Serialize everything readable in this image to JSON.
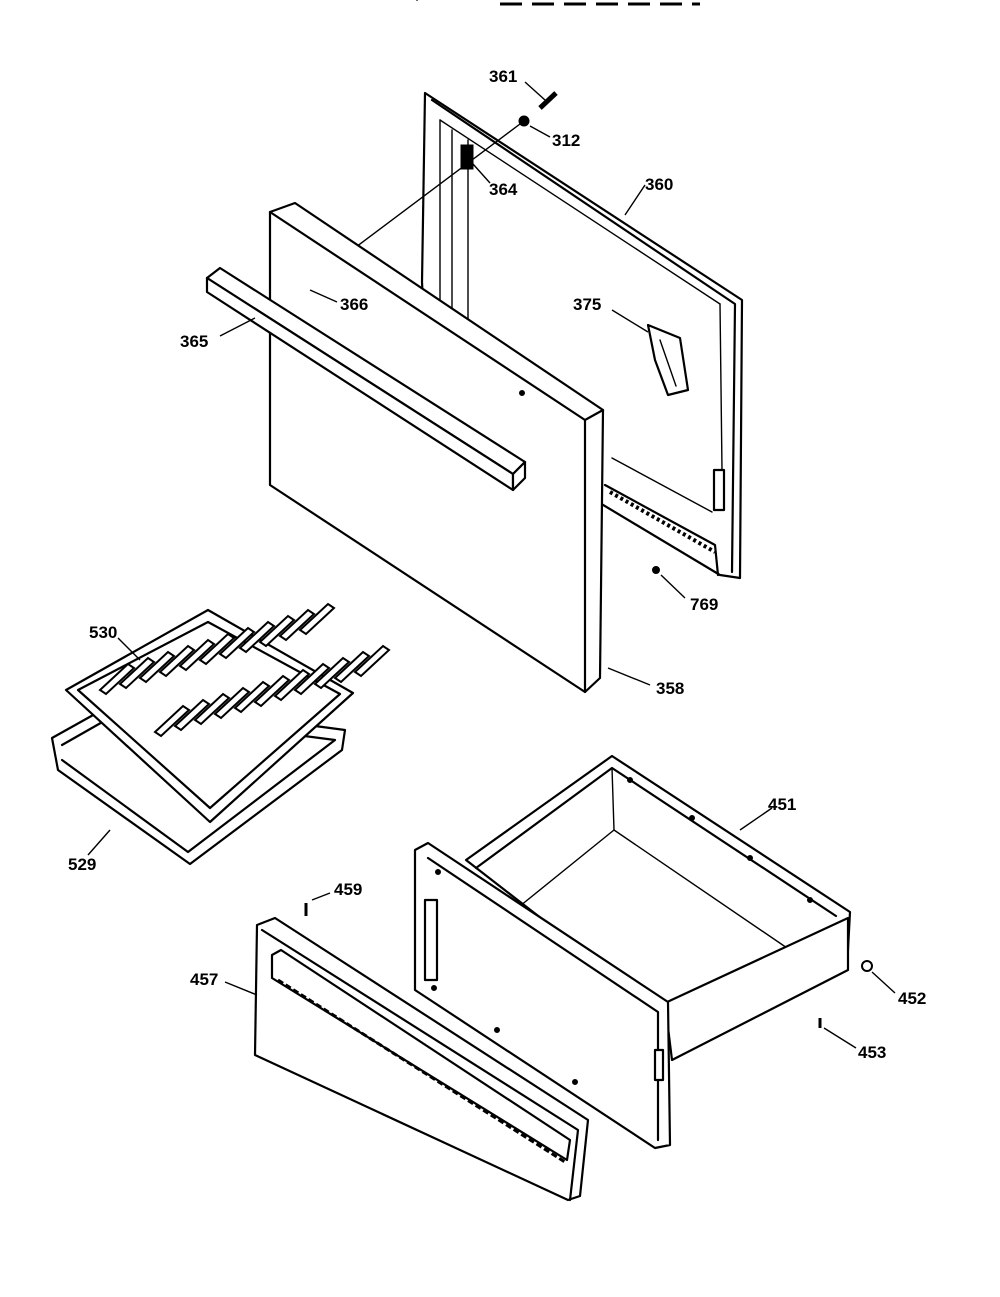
{
  "header_fragment": "'",
  "callouts": {
    "p361": "361",
    "p312": "312",
    "p364": "364",
    "p360": "360",
    "p366": "366",
    "p365": "365",
    "p375": "375",
    "p769": "769",
    "p358": "358",
    "p530": "530",
    "p529": "529",
    "p451": "451",
    "p459": "459",
    "p457": "457",
    "p452": "452",
    "p453": "453"
  }
}
